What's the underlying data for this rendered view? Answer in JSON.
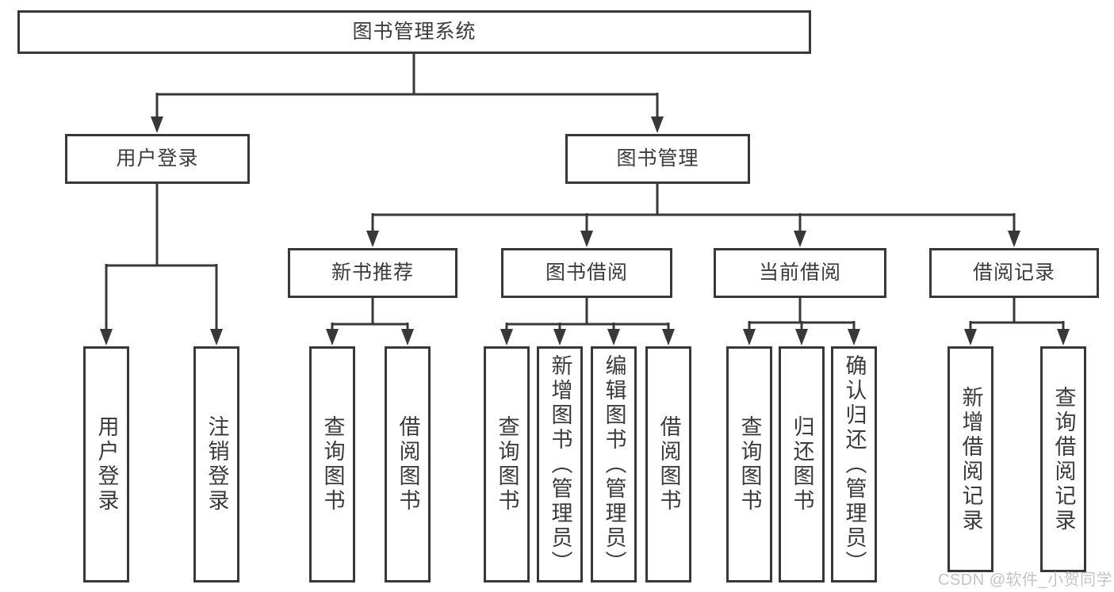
{
  "tree": {
    "root": "图书管理系统",
    "level2": [
      "用户登录",
      "图书管理"
    ],
    "level3": [
      "新书推荐",
      "图书借阅",
      "当前借阅",
      "借阅记录"
    ],
    "leaves": {
      "user_login": [
        "用户登录",
        "注销登录"
      ],
      "new_books": [
        "查询图书",
        "借阅图书"
      ],
      "book_borrow": [
        "查询图书",
        "新增图书（管理员）",
        "编辑图书（管理员）",
        "借阅图书"
      ],
      "current_borrow": [
        "查询图书",
        "归还图书",
        "确认归还（管理员）"
      ],
      "borrow_records": [
        "新增借阅记录",
        "查询借阅记录"
      ]
    }
  },
  "watermark": "CSDN @软件_小贺同学",
  "colors": {
    "line": "#383838",
    "box_border": "#383838",
    "text": "#3b3b3b",
    "watermark_text": "#c4c4c4",
    "background": "#ffffff"
  }
}
